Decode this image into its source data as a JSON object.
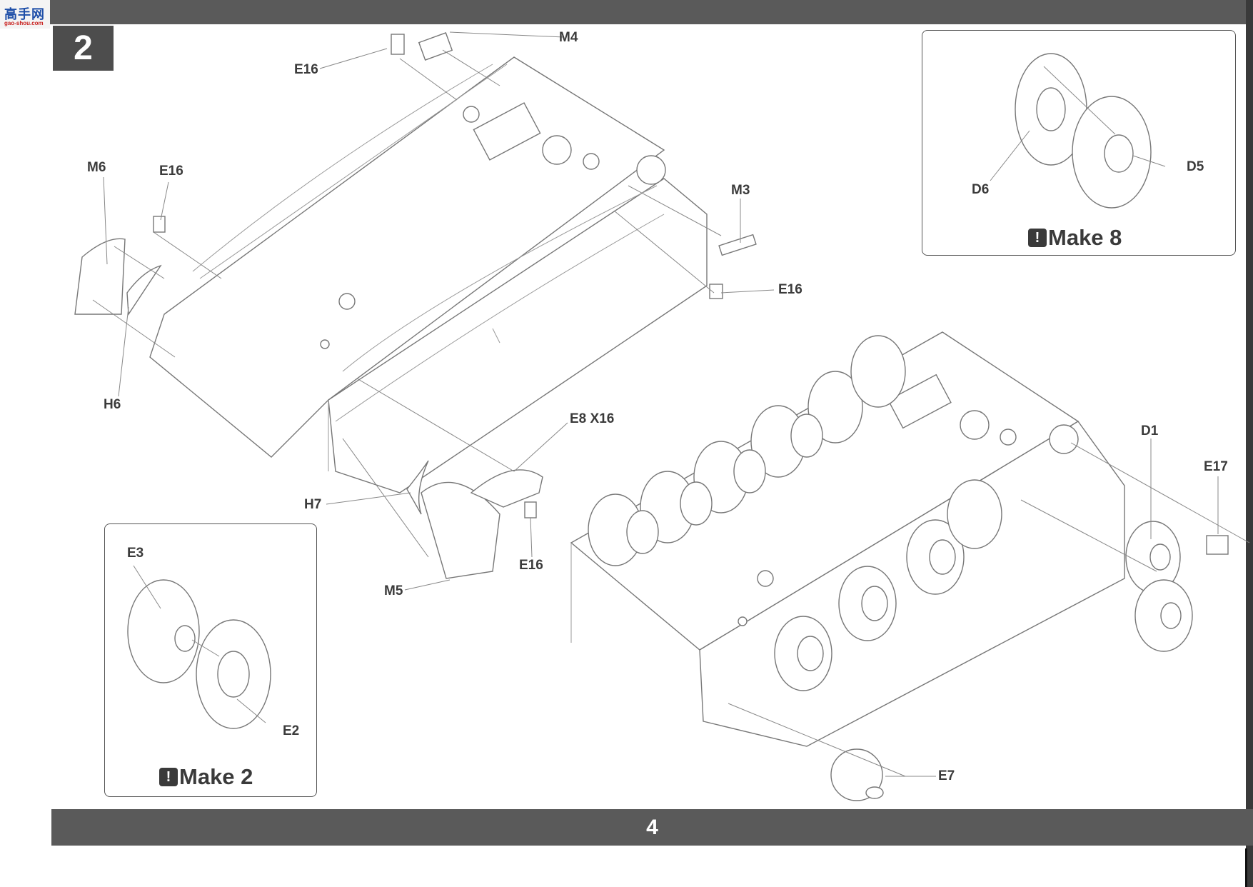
{
  "header": {
    "step_number": "2"
  },
  "logo": {
    "chinese": "高手网",
    "url": "gao-shou.com"
  },
  "footer": {
    "page_number": "4"
  },
  "labels": {
    "m4": "M4",
    "e16_top": "E16",
    "m6": "M6",
    "e16_left": "E16",
    "m3": "M3",
    "e16_right": "E16",
    "h6": "H6",
    "e8": "E8 X16",
    "h7": "H7",
    "e16_bottom": "E16",
    "m5": "M5",
    "d1": "D1",
    "e17": "E17",
    "e7": "E7"
  },
  "inset_wheel": {
    "d6": "D6",
    "d5": "D5",
    "make_text": "Make 8"
  },
  "inset_sprocket": {
    "e3": "E3",
    "e2": "E2",
    "make_text": "Make 2"
  },
  "colors": {
    "bar": "#5a5a5a",
    "step_box": "#4d4d4d",
    "line_art": "#777777"
  }
}
